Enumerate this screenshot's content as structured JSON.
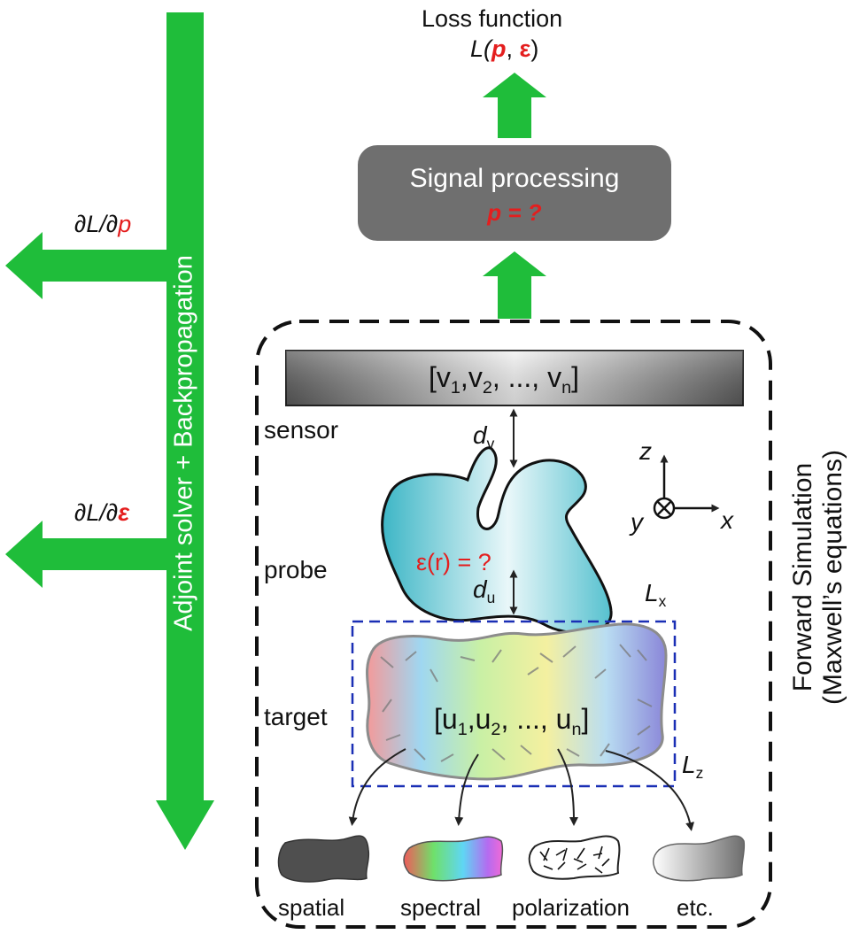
{
  "loss": {
    "title": "Loss function",
    "formula_prefix": "L(",
    "formula_p": "p",
    "formula_sep": ", ",
    "formula_eps": "ε",
    "formula_suffix": ")"
  },
  "signal_processing": {
    "title": "Signal processing",
    "question": "p = ?"
  },
  "gradients": {
    "dp_prefix": "∂L/∂",
    "dp_var": "p",
    "de_prefix": "∂L/∂",
    "de_var": "ε"
  },
  "adjoint_label": "Adjoint solver + Backpropagation",
  "forward": {
    "line1": "Forward Simulation",
    "line2": "(Maxwell’s equations)"
  },
  "sensor": {
    "vector_open": "[v",
    "s1": "1",
    "c1": ",v",
    "s2": "2",
    "c2": ", ..., v",
    "sn": "n",
    "vector_close": "]",
    "label": "sensor"
  },
  "distances": {
    "dv_d": "d",
    "dv_sub": "v",
    "du_d": "d",
    "du_sub": "u"
  },
  "probe": {
    "label": "probe",
    "epsilon": "ε(r) = ?"
  },
  "axes": {
    "z": "z",
    "y": "y",
    "x": "x"
  },
  "target": {
    "label": "target",
    "vector_open": "[u",
    "s1": "1",
    "c1": ",u",
    "s2": "2",
    "c2": ", ..., u",
    "sn": "n",
    "vector_close": "]",
    "lx": "L",
    "lx_sub": "x",
    "lz": "L",
    "lz_sub": "z"
  },
  "modalities": [
    "spatial",
    "spectral",
    "polarization",
    "etc."
  ],
  "colors": {
    "arrow_green": "#1fbd3a",
    "red": "#e41e1e",
    "box_gray": "#6f6f6f",
    "dash_blue": "#1a2fb5"
  }
}
